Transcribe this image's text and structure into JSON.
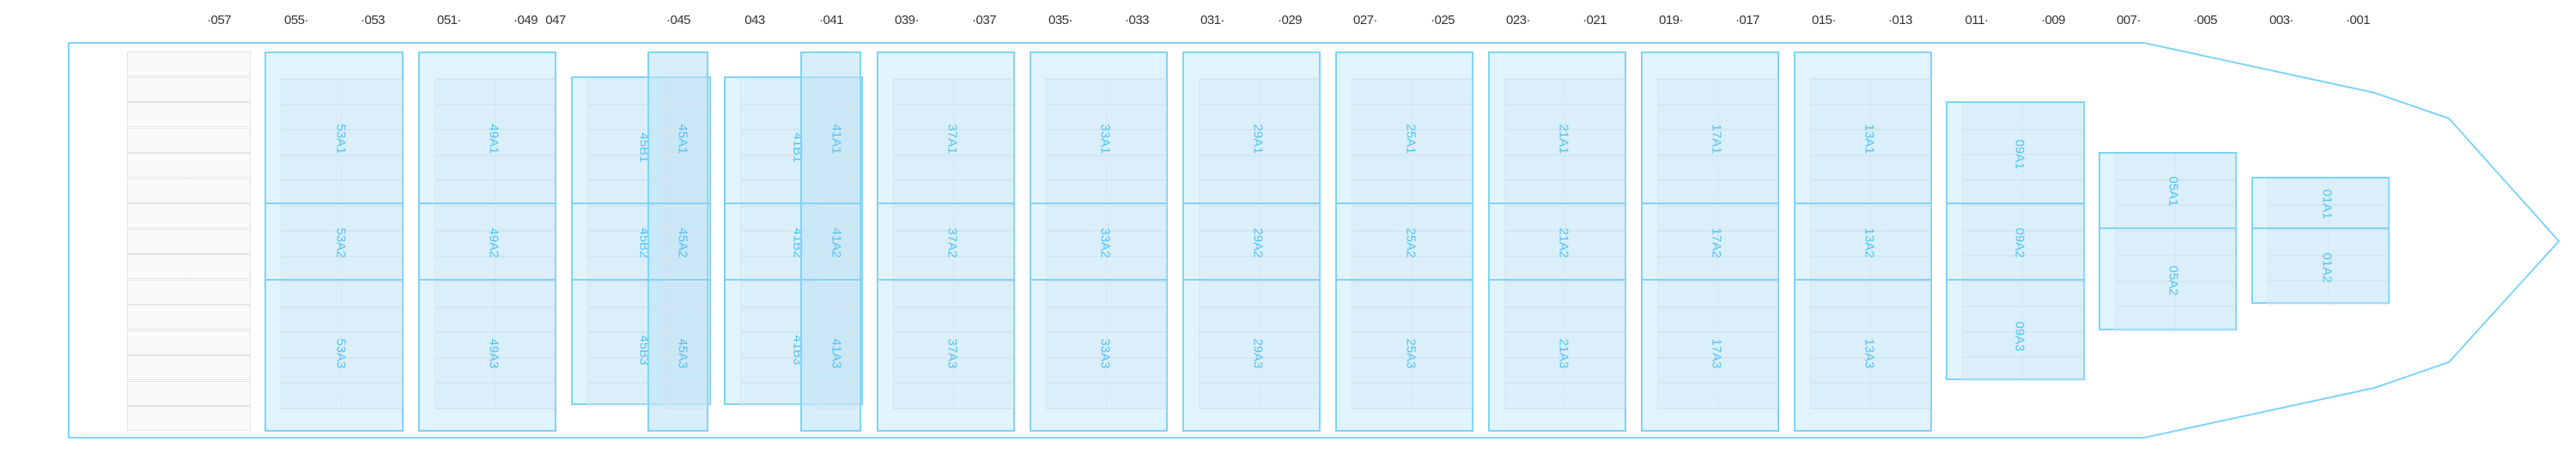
{
  "colors": {
    "hull": "#7fd3f7",
    "label": "#4fc3f7",
    "bay_fill": "#e1f4fd",
    "tick_text": "#333333"
  },
  "ticks": [
    "·057",
    "055·",
    "·053",
    "051·",
    "·049",
    "047",
    "·045",
    "043",
    "·041",
    "039·",
    "·037",
    "035·",
    "·033",
    "031·",
    "·029",
    "027·",
    "·025",
    "023·",
    "·021",
    "019·",
    "·017",
    "015·",
    "·013",
    "011·",
    "·009",
    "007·",
    "·005",
    "003·",
    "·001"
  ],
  "bays": [
    {
      "id": "53",
      "tiers": [
        "53A1",
        "53A2",
        "53A3"
      ]
    },
    {
      "id": "49",
      "tiers": [
        "49A1",
        "49A2",
        "49A3"
      ]
    },
    {
      "id": "45B",
      "tiers": [
        "45B1",
        "45B2",
        "45B3"
      ]
    },
    {
      "id": "45A",
      "tiers": [
        "45A1",
        "45A2",
        "45A3"
      ]
    },
    {
      "id": "41B",
      "tiers": [
        "41B1",
        "41B2",
        "41B3"
      ]
    },
    {
      "id": "41A",
      "tiers": [
        "41A1",
        "41A2",
        "41A3"
      ]
    },
    {
      "id": "37",
      "tiers": [
        "37A1",
        "37A2",
        "37A3"
      ]
    },
    {
      "id": "33",
      "tiers": [
        "33A1",
        "33A2",
        "33A3"
      ]
    },
    {
      "id": "29",
      "tiers": [
        "29A1",
        "29A2",
        "29A3"
      ]
    },
    {
      "id": "25",
      "tiers": [
        "25A1",
        "25A2",
        "25A3"
      ]
    },
    {
      "id": "21",
      "tiers": [
        "21A1",
        "21A2",
        "21A3"
      ]
    },
    {
      "id": "17",
      "tiers": [
        "17A1",
        "17A2",
        "17A3"
      ]
    },
    {
      "id": "13",
      "tiers": [
        "13A1",
        "13A2",
        "13A3"
      ]
    },
    {
      "id": "09",
      "tiers": [
        "09A1",
        "09A2",
        "09A3"
      ]
    },
    {
      "id": "05",
      "tiers": [
        "05A1",
        "05A2"
      ]
    },
    {
      "id": "01",
      "tiers": [
        "01A1",
        "01A2"
      ]
    }
  ]
}
